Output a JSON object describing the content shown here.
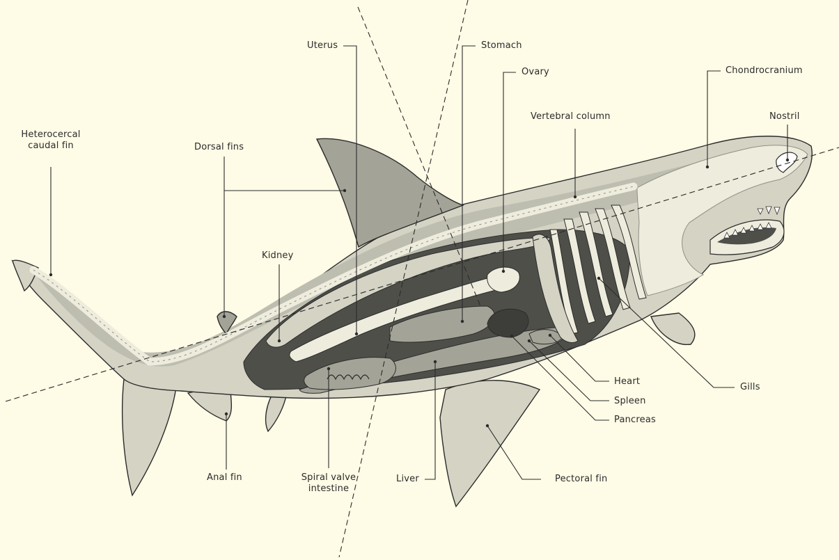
{
  "labels": {
    "uterus": "Uterus",
    "stomach": "Stomach",
    "ovary": "Ovary",
    "chondrocranium": "Chondrocranium",
    "vertebral_column": "Vertebral column",
    "nostril": "Nostril",
    "heterocercal_line1": "Heterocercal",
    "heterocercal_line2": "caudal fin",
    "dorsal_fins": "Dorsal fins",
    "kidney": "Kidney",
    "heart": "Heart",
    "spleen": "Spleen",
    "pancreas": "Pancreas",
    "gills": "Gills",
    "anal_fin": "Anal fin",
    "spiral_line1": "Spiral valve",
    "spiral_line2": "intestine",
    "liver": "Liver",
    "pectoral_fin": "Pectoral fin"
  },
  "colors": {
    "background": "#fefbe6",
    "body_dark": "#a3a397",
    "body_mid": "#bdbdb0",
    "body_light": "#d4d3c4",
    "cavity": "#4f4f4a",
    "cartilage": "#eeecdc",
    "organ_dark": "#3d3d3a",
    "line": "#2b2b2b"
  }
}
